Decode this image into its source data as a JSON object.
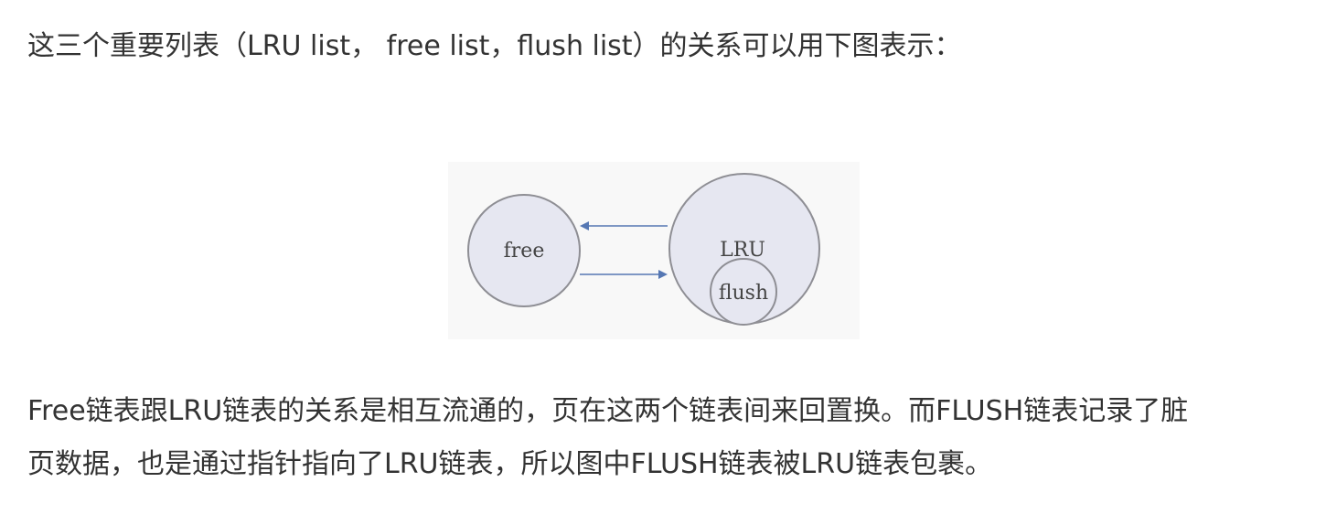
{
  "intro_text": "这三个重要列表（LRU list， free list，flush list）的关系可以用下图表示：",
  "diagram": {
    "free_label": "free",
    "lru_label": "LRU",
    "flush_label": "flush",
    "circle_fill": "#e6e7f1",
    "circle_stroke": "#8e8e94",
    "arrow_color": "#5577b3"
  },
  "body_line_1": "Free链表跟LRU链表的关系是相互流通的，页在这两个链表间来回置换。而FLUSH链表记录了脏",
  "body_line_2": "页数据，也是通过指针指向了LRU链表，所以图中FLUSH链表被LRU链表包裹。"
}
